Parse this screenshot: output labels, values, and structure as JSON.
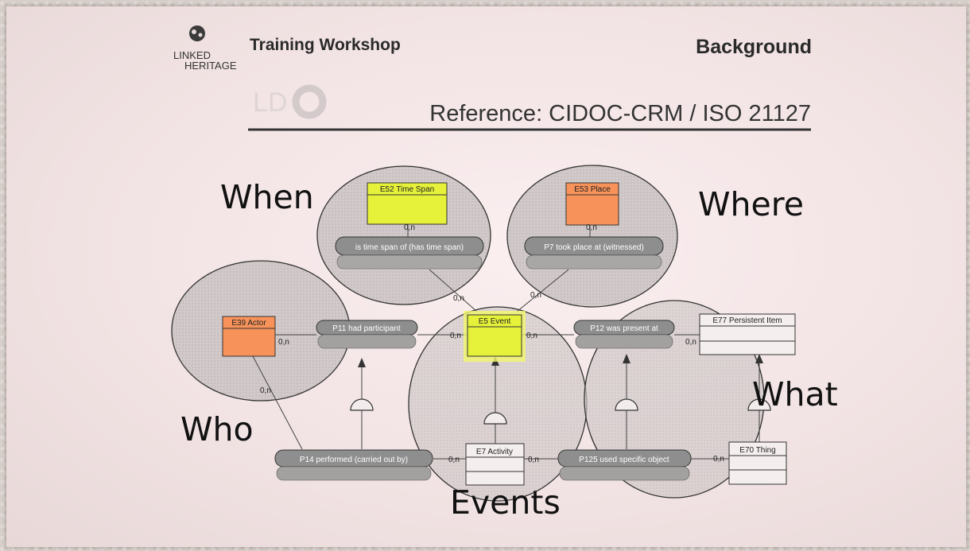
{
  "header": {
    "logo_line1": "LINKED",
    "logo_line2": "HERITAGE",
    "workshop_title": "Training Workshop",
    "section_title": "Background",
    "reference": "Reference: CIDOC-CRM / ISO 21127"
  },
  "groups": {
    "when": "When",
    "where": "Where",
    "who": "Who",
    "what": "What",
    "events": "Events"
  },
  "entities": {
    "time_span": "E52 Time Span",
    "place": "E53 Place",
    "actor": "E39 Actor",
    "event": "E5 Event",
    "persistent_item": "E77 Persistent Item",
    "activity": "E7 Activity",
    "thing": "E70 Thing"
  },
  "properties": {
    "p4": "is time span of (has time span)",
    "p7": "P7 took place at (witnessed)",
    "p11": "P11 had participant",
    "p12": "P12 was present at",
    "p14": "P14 performed (carried out by)",
    "p125": "P125 used specific object"
  },
  "cardinality": "0,n",
  "colors": {
    "highlight_yellow": "#e6f23a",
    "highlight_orange": "#f7935a",
    "property_fill": "#8e8e8e",
    "circle_fill": "#d9d2d2"
  }
}
